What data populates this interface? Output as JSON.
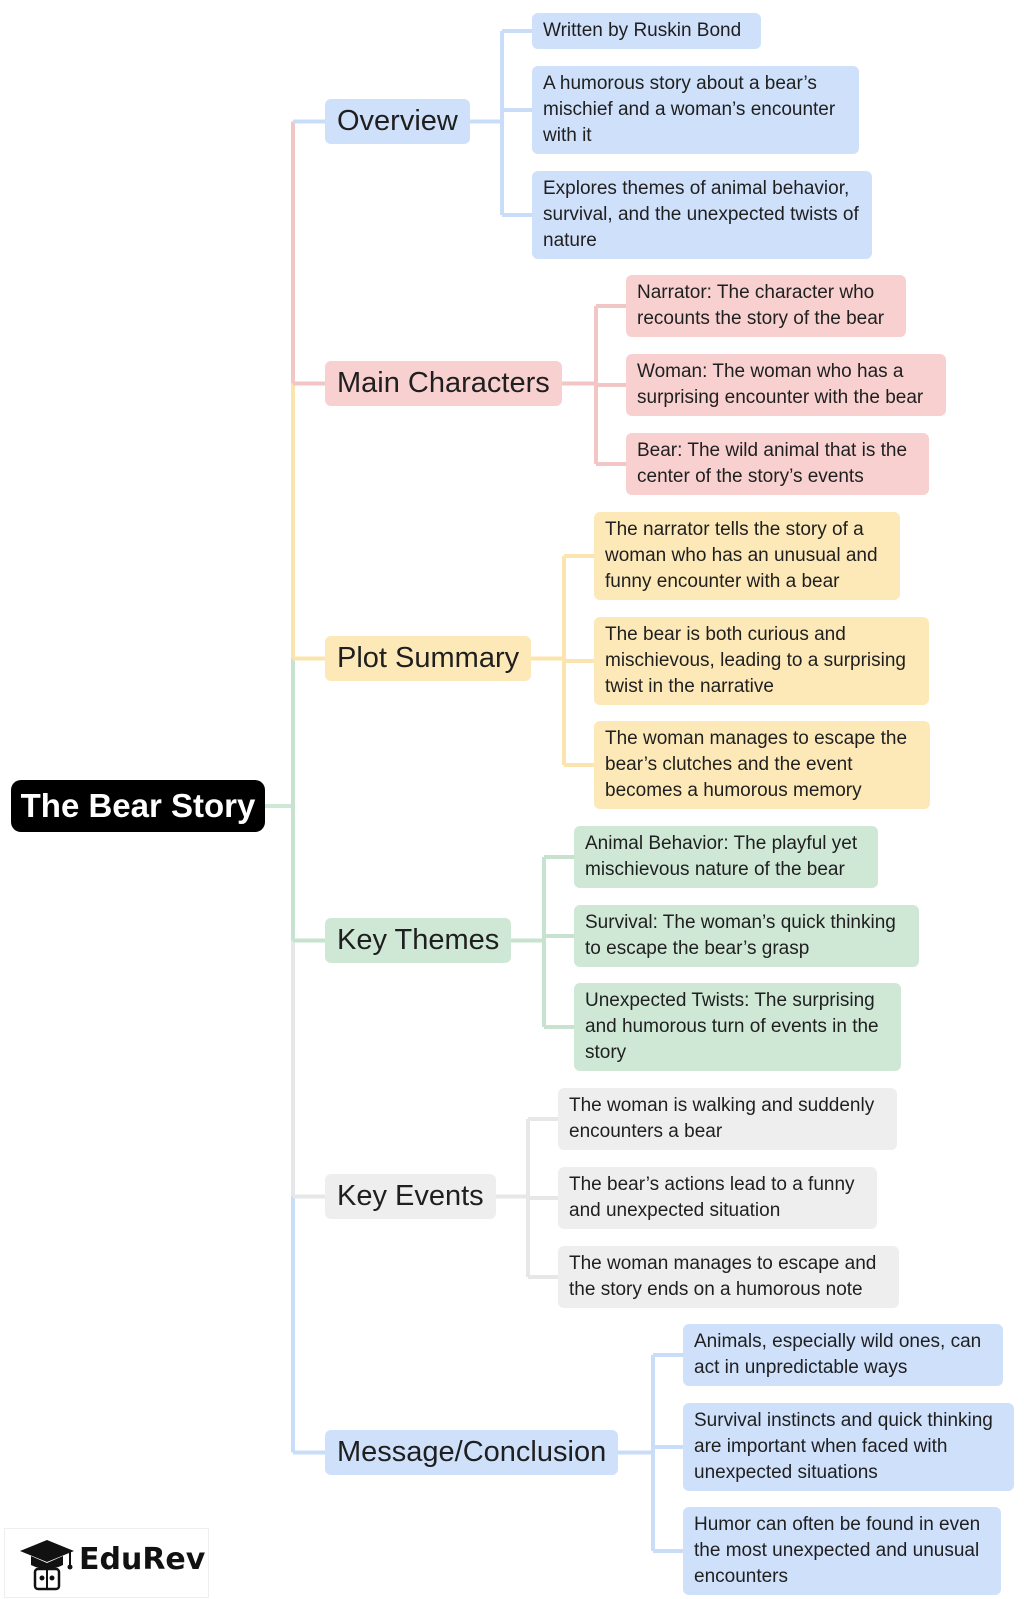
{
  "root": {
    "label": "The Bear Story"
  },
  "branches": [
    {
      "label": "Overview",
      "color": "#cfe0fb",
      "line": "#c9dcf8",
      "items": [
        "Written by Ruskin Bond",
        "A humorous story about a bear’s mischief and a woman’s encounter with it",
        "Explores themes of animal behavior, survival, and the unexpected twists of nature"
      ]
    },
    {
      "label": "Main Characters",
      "color": "#f8d0d0",
      "line": "#f3c6c6",
      "items": [
        "Narrator: The character who recounts the story of the bear",
        "Woman: The woman who has a surprising encounter with the bear",
        "Bear: The wild animal that is the center of the story’s events"
      ]
    },
    {
      "label": "Plot Summary",
      "color": "#fde9b8",
      "line": "#fbe4ad",
      "items": [
        "The narrator tells the story of a woman who has an unusual and funny encounter with a bear",
        "The bear is both curious and mischievous, leading to a surprising twist in the narrative",
        "The woman manages to escape the bear’s clutches and the event becomes a humorous memory"
      ]
    },
    {
      "label": "Key Themes",
      "color": "#cfe8d6",
      "line": "#c7e3cf",
      "items": [
        "Animal Behavior: The playful yet mischievous nature of the bear",
        "Survival: The woman’s quick thinking to escape the bear’s grasp",
        "Unexpected Twists: The surprising and humorous turn of events in the story"
      ]
    },
    {
      "label": "Key Events",
      "color": "#eeeeef",
      "line": "#e7e7ea",
      "items": [
        "The woman is walking and suddenly encounters a bear",
        "The bear’s actions lead to a funny and unexpected situation",
        "The woman manages to escape and the story ends on a humorous note"
      ]
    },
    {
      "label": "Message/Conclusion",
      "color": "#cfe0fb",
      "line": "#c9dcf8",
      "items": [
        "Animals, especially wild ones, can act in unpredictable ways",
        "Survival instincts and quick thinking are important when faced with unexpected situations",
        "Humor can often be found in even the most unexpected and unusual encounters"
      ]
    }
  ],
  "logo": {
    "text": "EduRev",
    "icon": "graduation-cap-icon"
  }
}
